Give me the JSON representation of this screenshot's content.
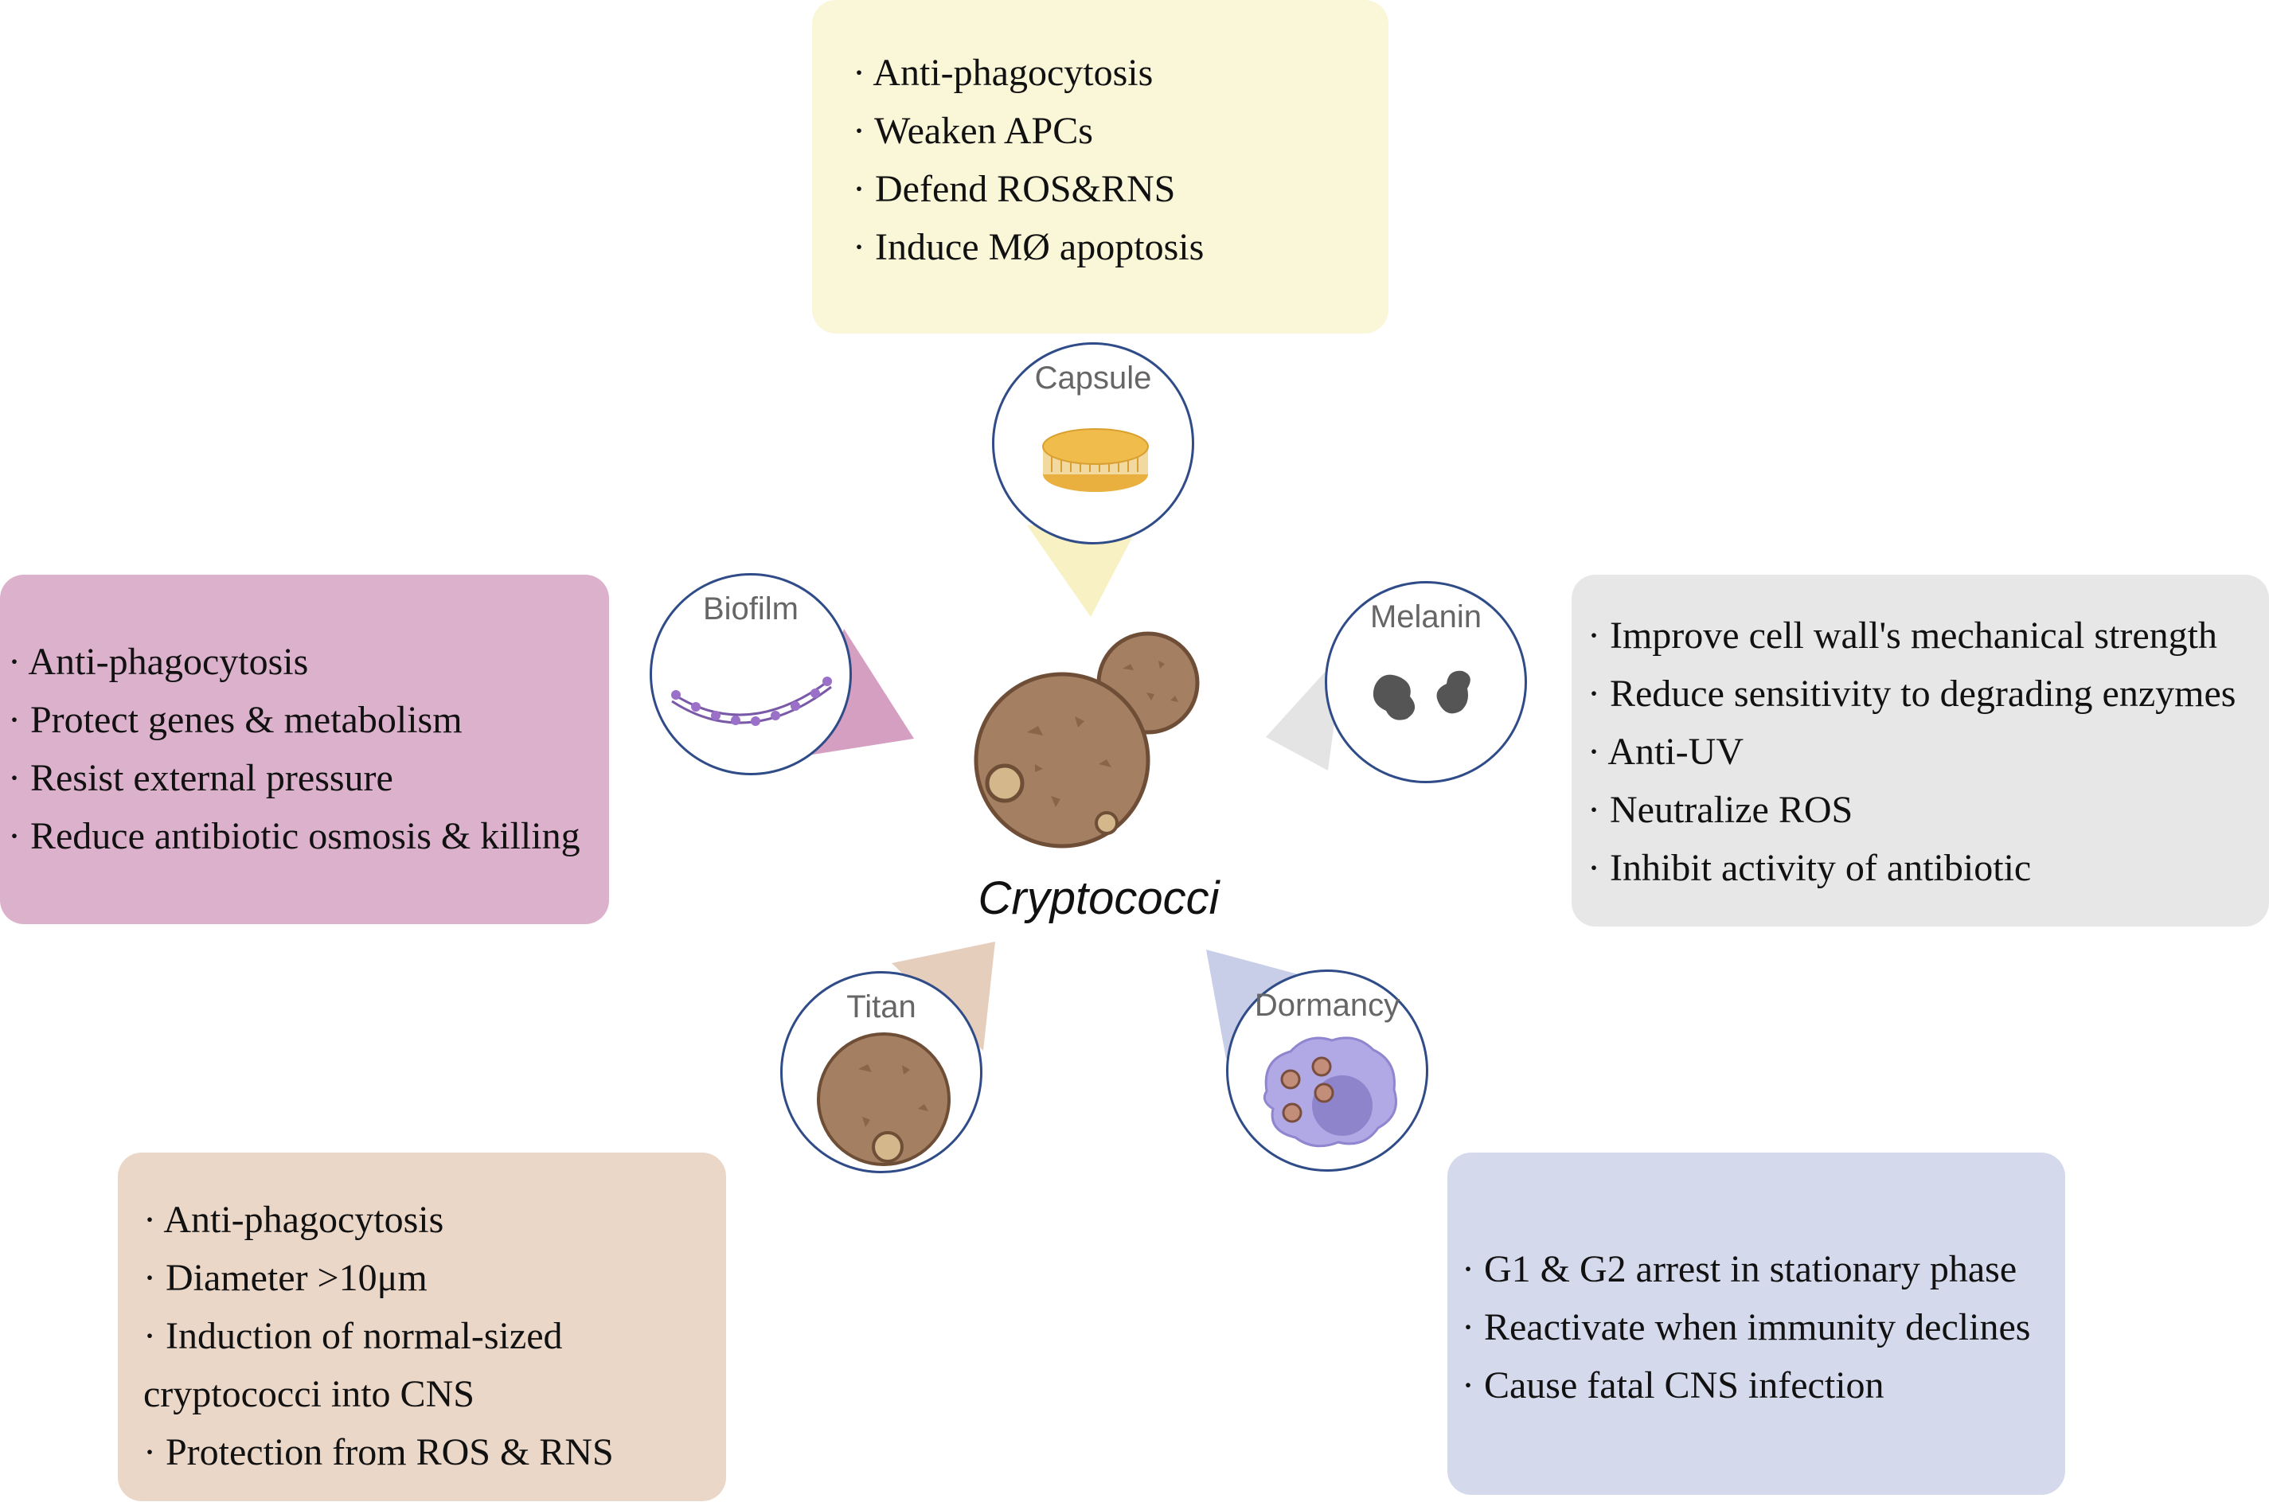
{
  "center": {
    "title": "Cryptococci"
  },
  "capsule": {
    "label": "Capsule",
    "items": [
      "· Anti-phagocytosis",
      "· Weaken APCs",
      "· Defend ROS&RNS",
      "· Induce MØ apoptosis"
    ],
    "color": "#faf6d8"
  },
  "biofilm": {
    "label": "Biofilm",
    "items": [
      "· Anti-phagocytosis",
      "· Protect  genes & metabolism",
      "· Resist external  pressure",
      "· Reduce antibiotic osmosis & killing"
    ],
    "color": "#dcb1cc"
  },
  "melanin": {
    "label": "Melanin",
    "items": [
      "· Improve cell wall's mechanical strength",
      "· Reduce sensitivity to degrading enzymes",
      "· Anti-UV",
      "· Neutralize ROS",
      "· Inhibit activity of antibiotic"
    ],
    "color": "#e7e7e7"
  },
  "titan": {
    "label": "Titan",
    "items": [
      "· Anti-phagocytosis",
      "· Diameter >10μm",
      "· Induction of normal-sized cryptococci into CNS",
      "· Protection from ROS & RNS"
    ],
    "color": "#ebd7c8"
  },
  "dormancy": {
    "label": "Dormancy",
    "items": [
      "· G1 & G2 arrest in stationary phase",
      "· Reactivate when immunity declines",
      "· Cause fatal CNS infection"
    ],
    "color": "#d5d9ec"
  }
}
